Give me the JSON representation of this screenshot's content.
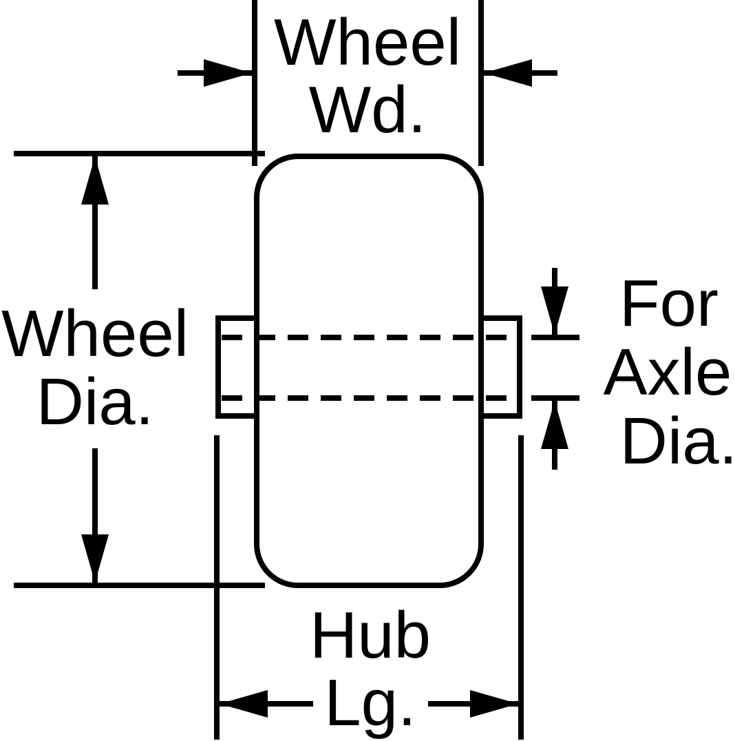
{
  "colors": {
    "line": "#000000",
    "background": "#ffffff"
  },
  "labels": {
    "wheel_width": [
      "Wheel",
      "Wd."
    ],
    "wheel_diameter": [
      "Wheel",
      "Dia."
    ],
    "axle_diameter": [
      "For",
      "Axle",
      "Dia."
    ],
    "hub_length": [
      "Hub",
      "Lg."
    ]
  }
}
